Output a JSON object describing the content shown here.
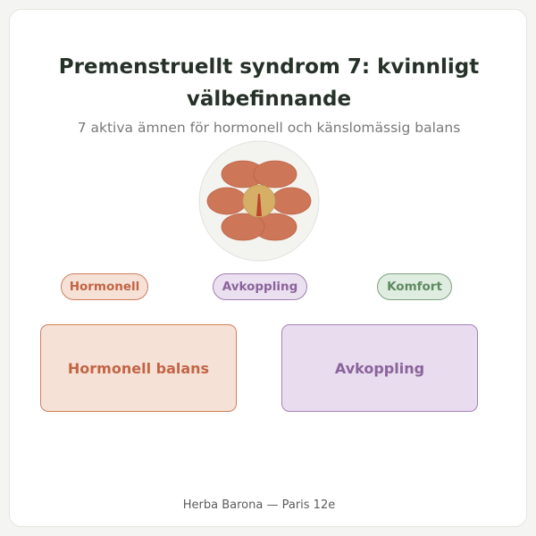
{
  "header": {
    "title": "Premenstruellt syndrom 7: kvinnligt välbefinnande",
    "subtitle": "7 aktiva ämnen för hormonell och känslomässig balans"
  },
  "emblem": {
    "icon": "flower-icon",
    "colors": {
      "petal": "#cd7658",
      "center": "#d6ae66",
      "pistil": "#b9462e",
      "disc": "#f3f4f0"
    }
  },
  "tags": [
    {
      "label": "Hormonell",
      "color": "#c26545"
    },
    {
      "label": "Avkoppling",
      "color": "#8a649c"
    },
    {
      "label": "Komfort",
      "color": "#5e8a61"
    }
  ],
  "boxes": [
    {
      "label": "Hormonell balans",
      "color": "#c26545"
    },
    {
      "label": "Avkoppling",
      "color": "#8a649c"
    }
  ],
  "footer": {
    "text": "Herba Barona — Paris 12e"
  }
}
